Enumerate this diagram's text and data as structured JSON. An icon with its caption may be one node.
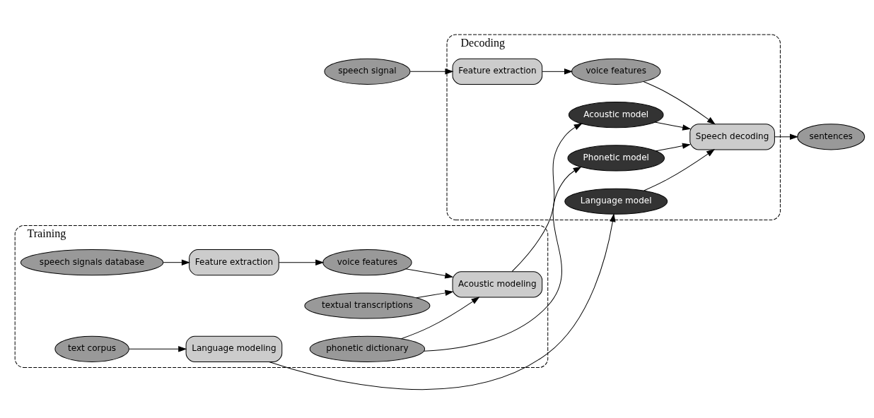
{
  "diagram": {
    "nodes": [
      {
        "text": [
          "speech signal"
        ]
      },
      {
        "text": [
          "Decoding"
        ]
      },
      {
        "text": [
          "Feature extraction"
        ],
        "in": 1
      },
      {
        "text": [
          "voice features"
        ],
        "in": 1
      },
      {
        "text": [
          "Speech decoding"
        ],
        "in": 1
      },
      {
        "text": [
          "Acoustic model"
        ],
        "in": 1
      },
      {
        "text": [
          "Phonetic model"
        ],
        "in": 1
      },
      {
        "text": [
          "Language model"
        ],
        "in": 1
      },
      {
        "text": [
          "sentences"
        ]
      },
      {
        "text": [
          "Training"
        ]
      },
      {
        "text": [
          "voice features"
        ],
        "in": 9
      },
      {
        "text": [
          "Acoustic modeling"
        ],
        "in": 9
      },
      {
        "text": [
          "Language modeling"
        ],
        "in": 9
      },
      {
        "text": [
          "speech signals database"
        ],
        "in": 9
      },
      {
        "text": [
          "Feature extraction"
        ],
        "in": 9
      },
      {
        "text": [
          "textual transcriptions"
        ],
        "in": 9
      },
      {
        "text": [
          "phonetic dictionary"
        ],
        "in": 9
      },
      {
        "text": [
          "text corpus"
        ],
        "in": 9
      }
    ],
    "edges": [
      {
        "from": 0,
        "to": 2,
        "arrow": "to"
      },
      {
        "from": 2,
        "to": 3,
        "arrow": "to"
      },
      {
        "from": 3,
        "to": 4,
        "arrow": "to"
      },
      {
        "from": 4,
        "to": 8,
        "arrow": "to"
      },
      {
        "from": 5,
        "to": 4,
        "arrow": "to"
      },
      {
        "from": 6,
        "to": 4,
        "arrow": "to"
      },
      {
        "from": 7,
        "to": 4,
        "arrow": "to"
      },
      {
        "from": 11,
        "to": 5,
        "arrow": "to"
      },
      {
        "from": 16,
        "to": 6,
        "arrow": "to"
      },
      {
        "from": 12,
        "to": 7,
        "arrow": "to"
      },
      {
        "from": 10,
        "to": 11,
        "arrow": "to"
      },
      {
        "from": 13,
        "to": 14,
        "arrow": "to"
      },
      {
        "from": 14,
        "to": 10,
        "arrow": "to"
      },
      {
        "from": 15,
        "to": 11,
        "arrow": "to"
      },
      {
        "from": 16,
        "to": 11,
        "arrow": "to"
      },
      {
        "from": 17,
        "to": 12,
        "arrow": "to"
      }
    ]
  }
}
